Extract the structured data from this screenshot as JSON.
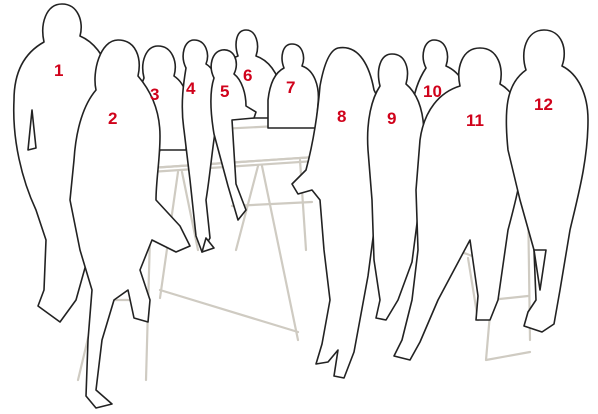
{
  "accent_color": "#d0021b",
  "figures": [
    {
      "id": "person-1",
      "label": "1"
    },
    {
      "id": "person-2",
      "label": "2"
    },
    {
      "id": "person-3",
      "label": "3"
    },
    {
      "id": "person-4",
      "label": "4"
    },
    {
      "id": "person-5",
      "label": "5"
    },
    {
      "id": "person-6",
      "label": "6"
    },
    {
      "id": "person-7",
      "label": "7"
    },
    {
      "id": "person-8",
      "label": "8"
    },
    {
      "id": "person-9",
      "label": "9"
    },
    {
      "id": "person-10",
      "label": "10"
    },
    {
      "id": "person-11",
      "label": "11"
    },
    {
      "id": "person-12",
      "label": "12"
    }
  ]
}
